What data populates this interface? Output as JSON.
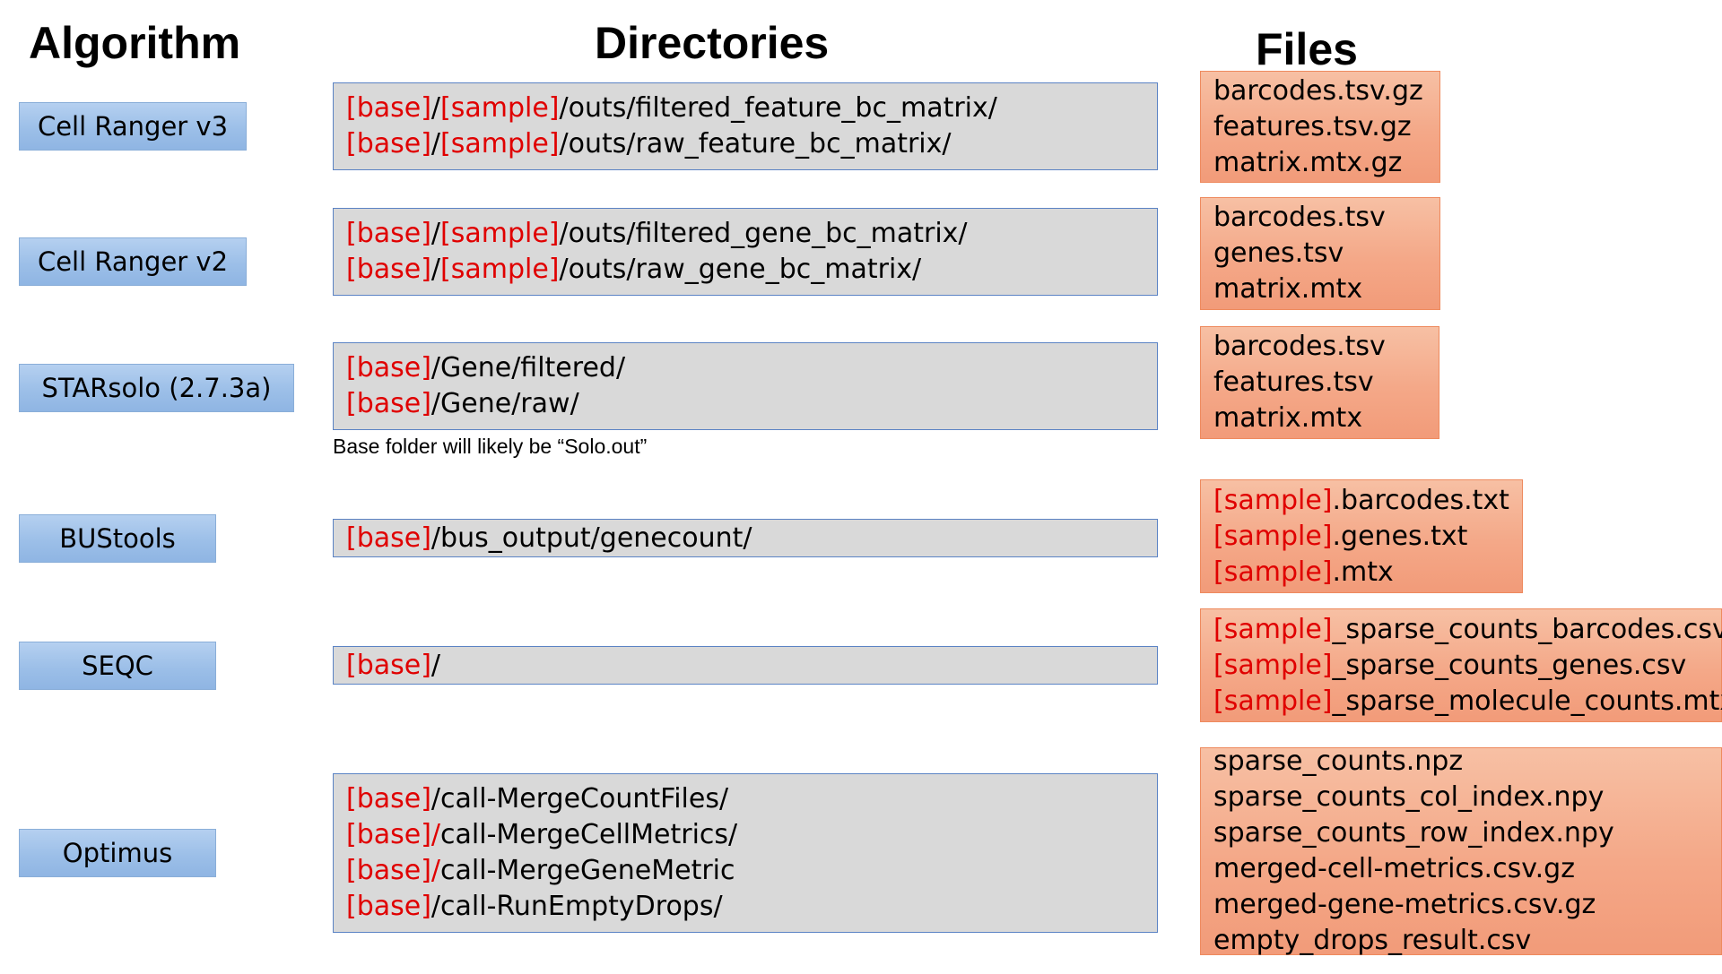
{
  "headers": {
    "algorithm": "Algorithm",
    "directories": "Directories",
    "files": "Files"
  },
  "colors": {
    "accent_red": "#e00000",
    "algorithm_box": "#9cbfe8",
    "directory_box": "#d9d9d9",
    "files_box": "#f4a888"
  },
  "rows": [
    {
      "algorithm": "Cell Ranger v3",
      "directories": [
        [
          {
            "t": "[base]",
            "red": true
          },
          {
            "t": "/"
          },
          {
            "t": "[sample]",
            "red": true
          },
          {
            "t": "/outs/filtered_feature_bc_matrix/"
          }
        ],
        [
          {
            "t": "[base]",
            "red": true
          },
          {
            "t": "/"
          },
          {
            "t": "[sample]",
            "red": true
          },
          {
            "t": "/outs/raw_feature_bc_matrix/"
          }
        ]
      ],
      "files": [
        [
          {
            "t": "barcodes.tsv.gz"
          }
        ],
        [
          {
            "t": "features.tsv.gz"
          }
        ],
        [
          {
            "t": "matrix.mtx.gz"
          }
        ]
      ]
    },
    {
      "algorithm": "Cell Ranger v2",
      "directories": [
        [
          {
            "t": "[base]",
            "red": true
          },
          {
            "t": "/"
          },
          {
            "t": "[sample]",
            "red": true
          },
          {
            "t": "/outs/filtered_gene_bc_matrix/"
          }
        ],
        [
          {
            "t": "[base]",
            "red": true
          },
          {
            "t": "/"
          },
          {
            "t": "[sample]",
            "red": true
          },
          {
            "t": "/outs/raw_gene_bc_matrix/"
          }
        ]
      ],
      "files": [
        [
          {
            "t": "barcodes.tsv"
          }
        ],
        [
          {
            "t": "genes.tsv"
          }
        ],
        [
          {
            "t": "matrix.mtx"
          }
        ]
      ]
    },
    {
      "algorithm": "STARsolo (2.7.3a)",
      "directories": [
        [
          {
            "t": "[base]",
            "red": true
          },
          {
            "t": "/Gene/filtered/"
          }
        ],
        [
          {
            "t": "[base]",
            "red": true
          },
          {
            "t": "/Gene/raw/"
          }
        ]
      ],
      "note": "Base folder will likely be “Solo.out”",
      "files": [
        [
          {
            "t": "barcodes.tsv"
          }
        ],
        [
          {
            "t": "features.tsv"
          }
        ],
        [
          {
            "t": "matrix.mtx"
          }
        ]
      ]
    },
    {
      "algorithm": "BUStools",
      "directories": [
        [
          {
            "t": "[base]",
            "red": true
          },
          {
            "t": "/bus_output/genecount/"
          }
        ]
      ],
      "files": [
        [
          {
            "t": "[sample]",
            "red": true
          },
          {
            "t": ".barcodes.txt"
          }
        ],
        [
          {
            "t": "[sample]",
            "red": true
          },
          {
            "t": ".genes.txt"
          }
        ],
        [
          {
            "t": "[sample]",
            "red": true
          },
          {
            "t": ".mtx"
          }
        ]
      ]
    },
    {
      "algorithm": "SEQC",
      "directories": [
        [
          {
            "t": "[base]",
            "red": true
          },
          {
            "t": "/"
          }
        ]
      ],
      "files": [
        [
          {
            "t": "[sample]",
            "red": true
          },
          {
            "t": "_sparse_counts_barcodes.csv"
          }
        ],
        [
          {
            "t": "[sample]",
            "red": true
          },
          {
            "t": "_sparse_counts_genes.csv"
          }
        ],
        [
          {
            "t": "[sample]",
            "red": true
          },
          {
            "t": "_sparse_molecule_counts.mtx"
          }
        ]
      ]
    },
    {
      "algorithm": "Optimus",
      "directories": [
        [
          {
            "t": "[base]",
            "red": true
          },
          {
            "t": "/call-MergeCountFiles/"
          }
        ],
        [
          {
            "t": "[base]/",
            "red": true
          },
          {
            "t": "call-MergeCellMetrics/"
          }
        ],
        [
          {
            "t": "[base]/",
            "red": true
          },
          {
            "t": "call-MergeGeneMetric"
          }
        ],
        [
          {
            "t": "[base]",
            "red": true
          },
          {
            "t": "/call-RunEmptyDrops/"
          }
        ]
      ],
      "files": [
        [
          {
            "t": "sparse_counts.npz"
          }
        ],
        [
          {
            "t": "sparse_counts_col_index.npy"
          }
        ],
        [
          {
            "t": "sparse_counts_row_index.npy"
          }
        ],
        [
          {
            "t": "merged-cell-metrics.csv.gz"
          }
        ],
        [
          {
            "t": "merged-gene-metrics.csv.gz"
          }
        ],
        [
          {
            "t": "empty_drops_result.csv"
          }
        ]
      ]
    }
  ]
}
